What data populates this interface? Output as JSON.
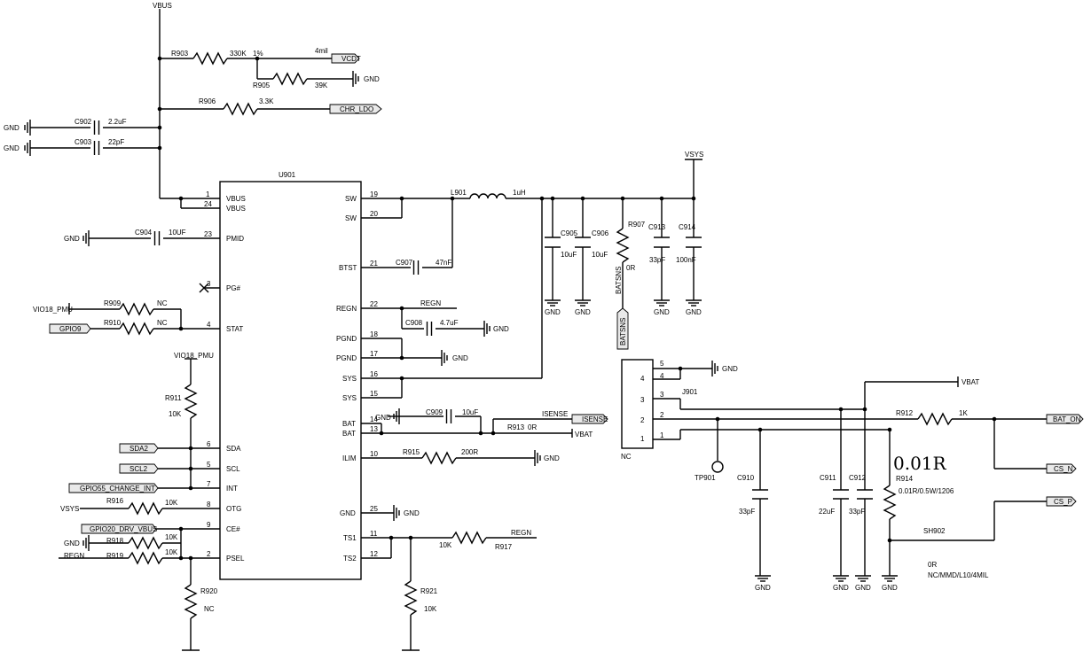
{
  "nets": {
    "vbus": "VBUS",
    "vsys_top": "VSYS",
    "vbat_conn": "VBAT",
    "vbat_r913": "VBAT",
    "regn_r917": "REGN",
    "regn_pin22": "REGN",
    "regn_r919": "REGN",
    "vsys_r916": "VSYS",
    "vio18_pmu_r909": "VIO18_PMU",
    "vio18_pmu_r911": "VIO18_PMU",
    "isense_wire": "ISENSE",
    "width_4mil": "4mil"
  },
  "ports": {
    "vcdt": "VCDT",
    "chr_ldo": "CHR_LDO",
    "gpio9": "GPIO9",
    "sda2": "SDA2",
    "scl2": "SCL2",
    "gpio55": "GPIO55_CHANGE_INT",
    "gpio20": "GPIO20_DRV_VBUS",
    "isense": "ISENSE",
    "batsns": "BATSNS",
    "bat_on": "BAT_ON",
    "cs_n": "CS_N",
    "cs_p": "CS_P"
  },
  "gnd": {
    "r905": "GND",
    "c902": "GND",
    "c903": "GND",
    "c904": "GND",
    "c908": "GND",
    "pgnd": "GND",
    "bat14": "GND",
    "ilim": "GND",
    "pin25": "GND",
    "c905": "GND",
    "c906": "GND",
    "c913": "GND",
    "c914": "GND",
    "conn": "GND",
    "c910": "GND",
    "c911": "GND",
    "c912": "GND",
    "r914": "GND",
    "r918": "GND"
  },
  "ic": {
    "ref": "U901",
    "left_pins": [
      {
        "num": "1",
        "name": "VBUS"
      },
      {
        "num": "24",
        "name": "VBUS"
      },
      {
        "num": "23",
        "name": "PMID"
      },
      {
        "num": "3",
        "name": "PG#"
      },
      {
        "num": "4",
        "name": "STAT"
      },
      {
        "num": "6",
        "name": "SDA"
      },
      {
        "num": "5",
        "name": "SCL"
      },
      {
        "num": "7",
        "name": "INT"
      },
      {
        "num": "8",
        "name": "OTG"
      },
      {
        "num": "9",
        "name": "CE#"
      },
      {
        "num": "2",
        "name": "PSEL"
      }
    ],
    "right_pins": [
      {
        "num": "19",
        "name": "SW"
      },
      {
        "num": "20",
        "name": "SW"
      },
      {
        "num": "21",
        "name": "BTST"
      },
      {
        "num": "22",
        "name": "REGN"
      },
      {
        "num": "18",
        "name": "PGND"
      },
      {
        "num": "17",
        "name": "PGND"
      },
      {
        "num": "16",
        "name": "SYS"
      },
      {
        "num": "15",
        "name": "SYS"
      },
      {
        "num": "14",
        "name": "BAT"
      },
      {
        "num": "13",
        "name": "BAT"
      },
      {
        "num": "10",
        "name": "ILIM"
      },
      {
        "num": "25",
        "name": "GND"
      },
      {
        "num": "11",
        "name": "TS1"
      },
      {
        "num": "12",
        "name": "TS2"
      }
    ]
  },
  "parts": {
    "r903": {
      "ref": "R903",
      "val": "330K",
      "tol": "1%"
    },
    "r905": {
      "ref": "R905",
      "val": "39K"
    },
    "r906": {
      "ref": "R906",
      "val": "3.3K"
    },
    "c902": {
      "ref": "C902",
      "val": "2.2uF"
    },
    "c903": {
      "ref": "C903",
      "val": "22pF"
    },
    "c904": {
      "ref": "C904",
      "val": "10UF"
    },
    "r909": {
      "ref": "R909",
      "val": "NC"
    },
    "r910": {
      "ref": "R910",
      "val": "NC"
    },
    "r911": {
      "ref": "R911",
      "val": "10K"
    },
    "r916": {
      "ref": "R916",
      "val": "10K"
    },
    "r918": {
      "ref": "R918",
      "val": "10K"
    },
    "r919": {
      "ref": "R919",
      "val": "10K"
    },
    "r920": {
      "ref": "R920",
      "val": "NC"
    },
    "l901": {
      "ref": "L901",
      "val": "1uH"
    },
    "c907": {
      "ref": "C907",
      "val": "47nF"
    },
    "c908": {
      "ref": "C908",
      "val": "4.7uF"
    },
    "c909": {
      "ref": "C909",
      "val": "10uF"
    },
    "r913": {
      "ref": "R913",
      "val": "0R"
    },
    "r915": {
      "ref": "R915",
      "val": "200R"
    },
    "r917": {
      "ref": "R917",
      "val": "10K"
    },
    "r921": {
      "ref": "R921",
      "val": "10K"
    },
    "c905": {
      "ref": "C905",
      "val": "10uF"
    },
    "c906": {
      "ref": "C906",
      "val": "10uF"
    },
    "r907": {
      "ref": "R907",
      "val": "0R"
    },
    "c913": {
      "ref": "C913",
      "val": "33pF"
    },
    "c914": {
      "ref": "C914",
      "val": "100nF"
    },
    "j901": {
      "ref": "J901",
      "nc": "NC",
      "pins": [
        "5",
        "4",
        "3",
        "2",
        "1"
      ]
    },
    "r912": {
      "ref": "R912",
      "val": "1K"
    },
    "tp901": {
      "ref": "TP901"
    },
    "c910": {
      "ref": "C910",
      "val": "33pF"
    },
    "c911": {
      "ref": "C911",
      "val": "22uF"
    },
    "c912": {
      "ref": "C912",
      "val": "33pF"
    },
    "r914": {
      "ref": "R914",
      "val": "0.01R/0.5W/1206",
      "big": "0.01R"
    },
    "sh902": {
      "ref": "SH902",
      "val": "0R",
      "desc": "NC/MMD/L10/4MIL"
    }
  },
  "colors": {
    "wire": "#000000",
    "port_fill": "#e9e9e9",
    "background": "#ffffff"
  }
}
